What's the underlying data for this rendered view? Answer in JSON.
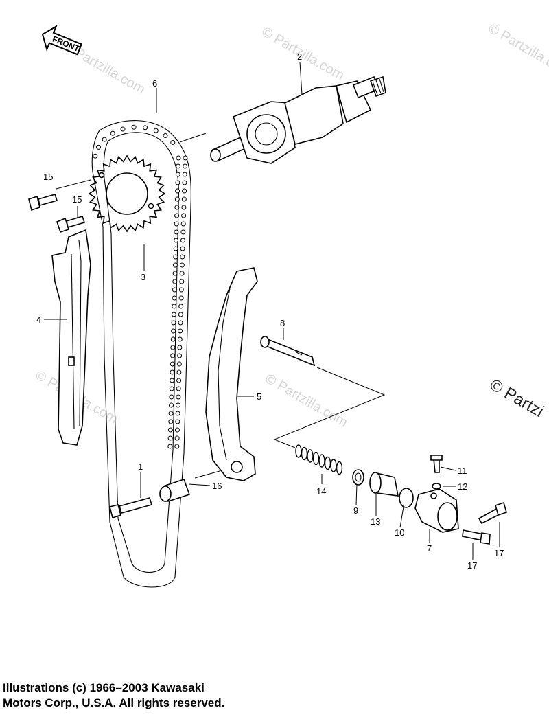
{
  "front_arrow": {
    "label": "FRONT"
  },
  "watermarks": {
    "small": "© Partzilla.com",
    "large": "© Partzi"
  },
  "callouts": [
    {
      "id": "c1",
      "label": "1"
    },
    {
      "id": "c2",
      "label": "2"
    },
    {
      "id": "c3",
      "label": "3"
    },
    {
      "id": "c4",
      "label": "4"
    },
    {
      "id": "c5",
      "label": "5"
    },
    {
      "id": "c6",
      "label": "6"
    },
    {
      "id": "c7",
      "label": "7"
    },
    {
      "id": "c8",
      "label": "8"
    },
    {
      "id": "c9",
      "label": "9"
    },
    {
      "id": "c10",
      "label": "10"
    },
    {
      "id": "c11",
      "label": "11"
    },
    {
      "id": "c12",
      "label": "12"
    },
    {
      "id": "c13",
      "label": "13"
    },
    {
      "id": "c14",
      "label": "14"
    },
    {
      "id": "c15a",
      "label": "15"
    },
    {
      "id": "c15b",
      "label": "15"
    },
    {
      "id": "c16",
      "label": "16"
    },
    {
      "id": "c17a",
      "label": "17"
    },
    {
      "id": "c17b",
      "label": "17"
    }
  ],
  "copyright": {
    "line1": "Illustrations (c) 1966–2003 Kawasaki",
    "line2": "Motors Corp., U.S.A.  All rights reserved."
  }
}
